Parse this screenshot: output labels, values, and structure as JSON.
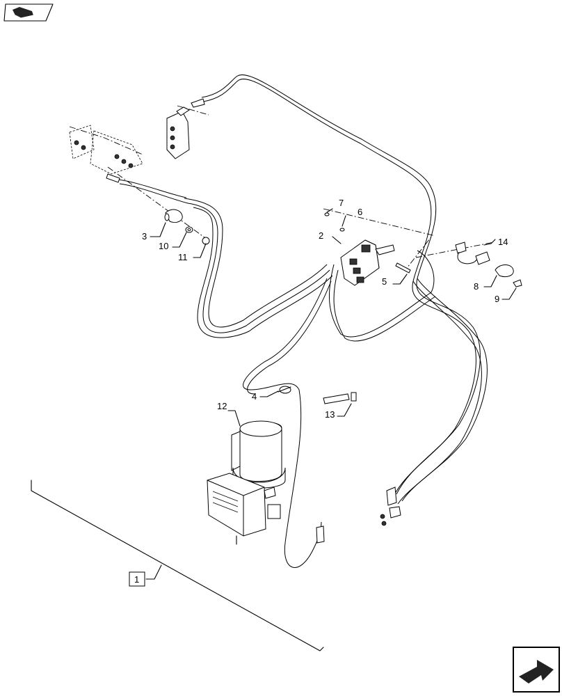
{
  "callouts": {
    "c1": "1",
    "c2": "2",
    "c3": "3",
    "c4": "4",
    "c5": "5",
    "c6": "6",
    "c7": "7",
    "c8": "8",
    "c9": "9",
    "c10": "10",
    "c11": "11",
    "c12": "12",
    "c13": "13",
    "c14": "14"
  },
  "icons": {
    "top_left": "book-nav-icon",
    "bottom_right": "next-page-arrow-icon"
  }
}
